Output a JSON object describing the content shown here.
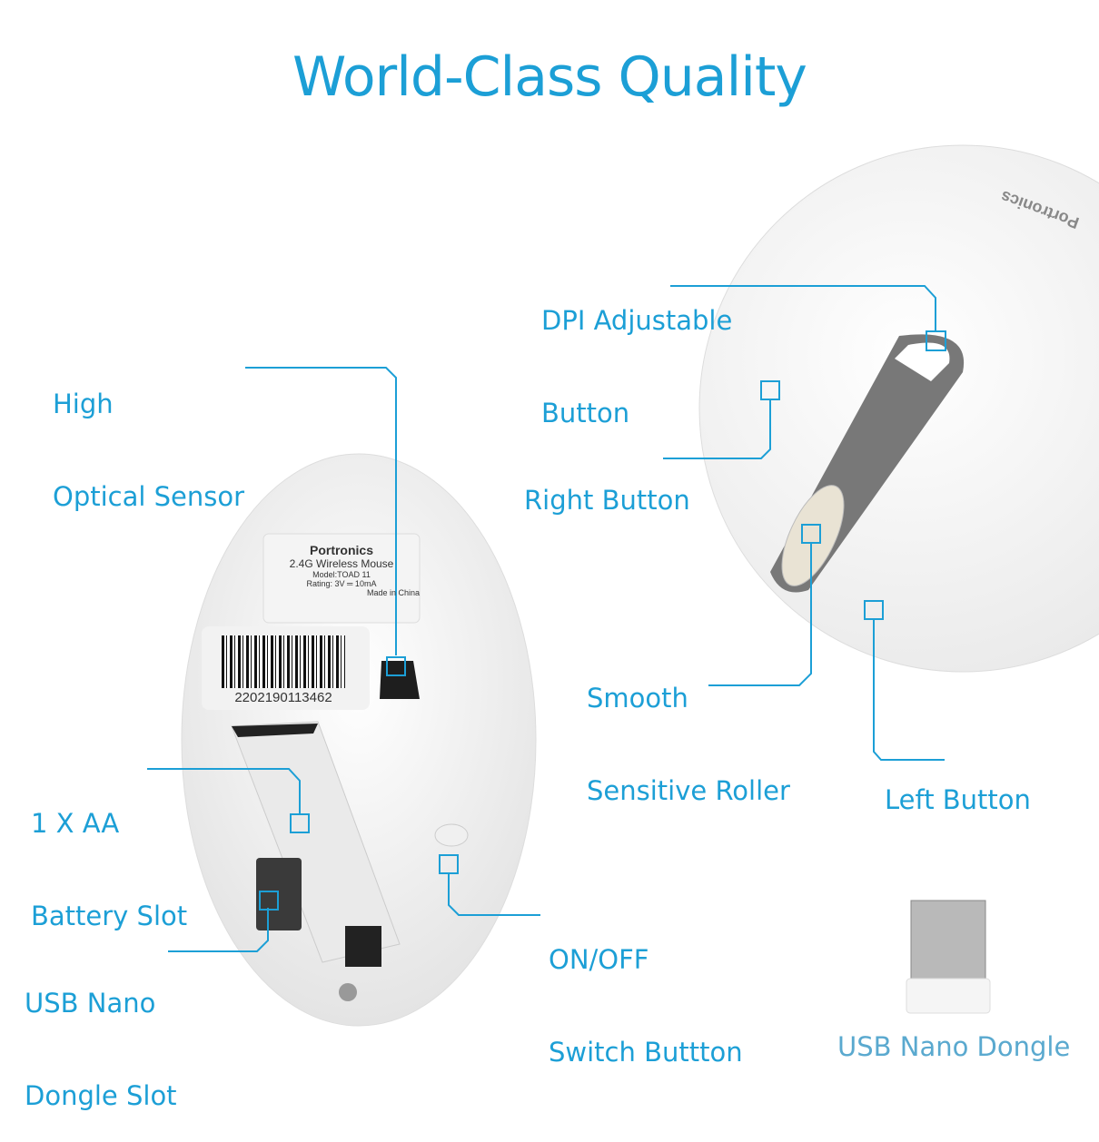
{
  "title": "World-Class Quality",
  "accent_color": "#1c9fd6",
  "callouts": {
    "dpi": [
      "DPI Adjustable",
      "Button"
    ],
    "sensor": [
      "High",
      "Optical Sensor"
    ],
    "right_button": [
      "Right Button"
    ],
    "roller": [
      "Smooth",
      "Sensitive Roller"
    ],
    "left_button": [
      "Left Button"
    ],
    "battery": [
      "1 X AA",
      "Battery Slot"
    ],
    "switch": [
      "ON/OFF",
      "Switch Buttton"
    ],
    "dongle_slot": [
      "USB Nano",
      "Dongle Slot"
    ]
  },
  "dongle_label": "USB Nano Dongle",
  "product_label": {
    "brand": "Portronics",
    "line1": "2.4G Wireless Mouse",
    "line2": "Model:TOAD 11",
    "line3": "Rating: 3V ═ 10mA",
    "line4": "Made in China",
    "barcode": "2202190113462"
  },
  "mouse_top_logo": "Portronics"
}
